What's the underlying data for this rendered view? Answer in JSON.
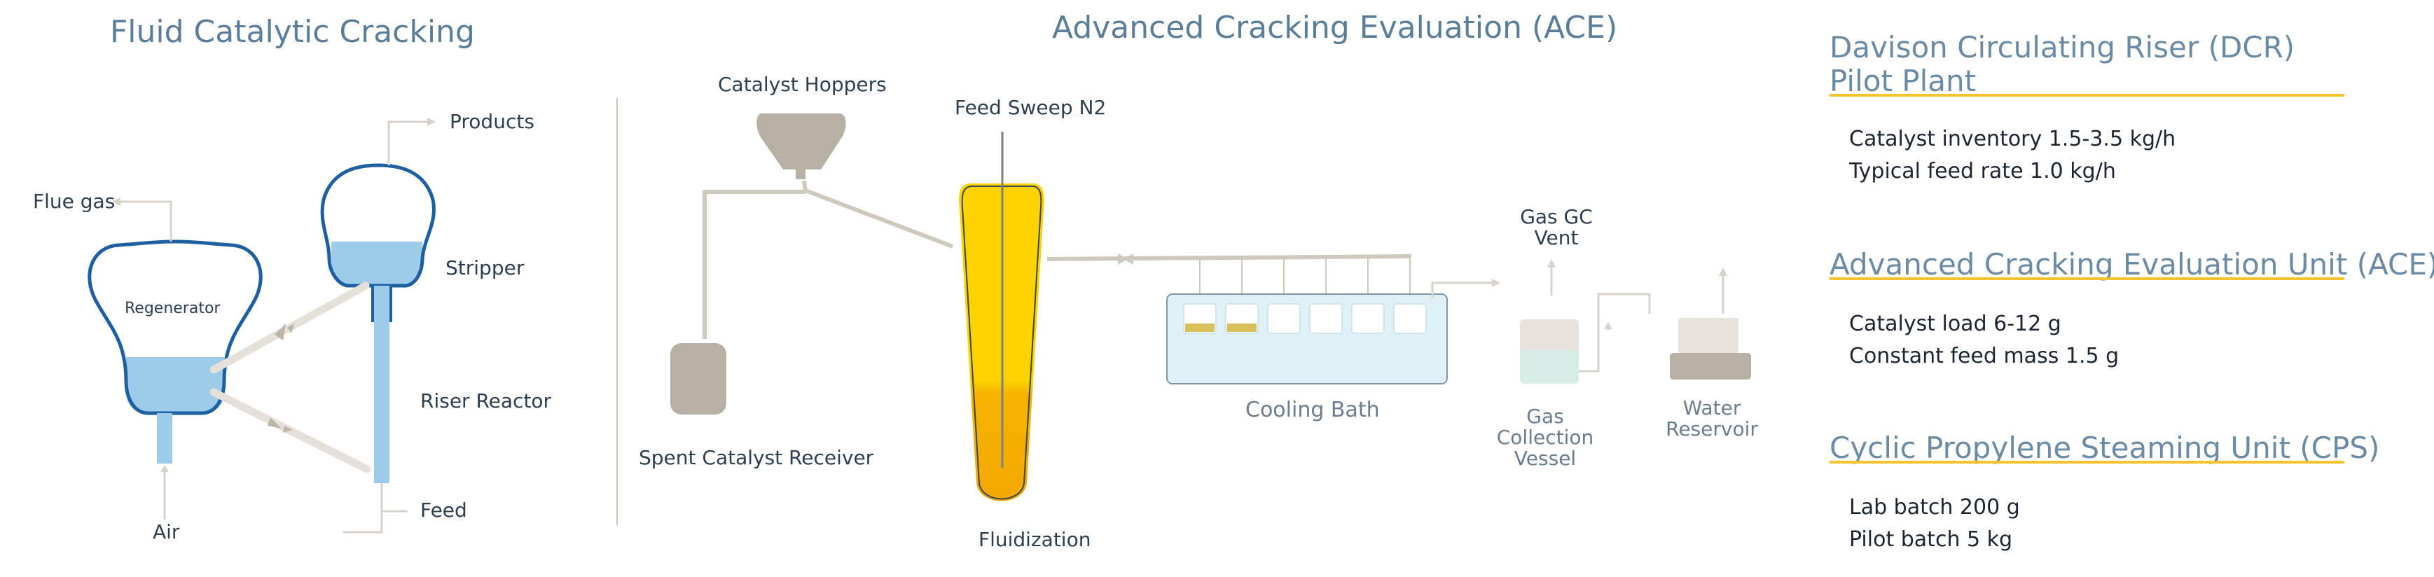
{
  "colors": {
    "steel_blue": "#1d5fa0",
    "light_blue": "#9dcbea",
    "pipe_grey": "#cfc8be",
    "equipment_taupe": "#b8b0a4",
    "catalyst_yellow": "#ffd200",
    "catalyst_orange": "#f5a800",
    "accent_yellow": "#f4c430",
    "heading_blue": "#5a7d99"
  },
  "fcc": {
    "title": "Fluid Catalytic Cracking",
    "labels": {
      "products": "Products",
      "flue_gas": "Flue gas",
      "regenerator": "Regenerator",
      "stripper": "Stripper",
      "riser_reactor": "Riser Reactor",
      "feed": "Feed",
      "air": "Air"
    }
  },
  "ace": {
    "title": "Advanced Cracking Evaluation (ACE)",
    "labels": {
      "catalyst_hoppers": "Catalyst Hoppers",
      "feed_sweep": "Feed Sweep N2",
      "spent_catalyst_receiver": "Spent Catalyst Receiver",
      "fluidization": "Fluidization",
      "cooling_bath": "Cooling Bath",
      "gas_gc": "Gas GC",
      "vent": "Vent",
      "gas_collection": [
        "Gas",
        "Collection",
        "Vessel"
      ],
      "water_reservoir": [
        "Water",
        "Reservoir"
      ]
    }
  },
  "panel": {
    "sections": [
      {
        "heading_lines": [
          "Davison Circulating Riser (DCR)",
          "Pilot Plant"
        ],
        "specs": [
          "Catalyst inventory  1.5-3.5 kg/h",
          "Typical feed rate 1.0 kg/h"
        ]
      },
      {
        "heading_lines": [
          "Advanced Cracking Evaluation Unit (ACE)"
        ],
        "specs": [
          "Catalyst load 6-12 g",
          "Constant feed mass 1.5 g"
        ]
      },
      {
        "heading_lines": [
          "Cyclic Propylene Steaming Unit (CPS)"
        ],
        "specs": [
          "Lab batch 200 g",
          "Pilot batch 5 kg"
        ]
      }
    ]
  }
}
